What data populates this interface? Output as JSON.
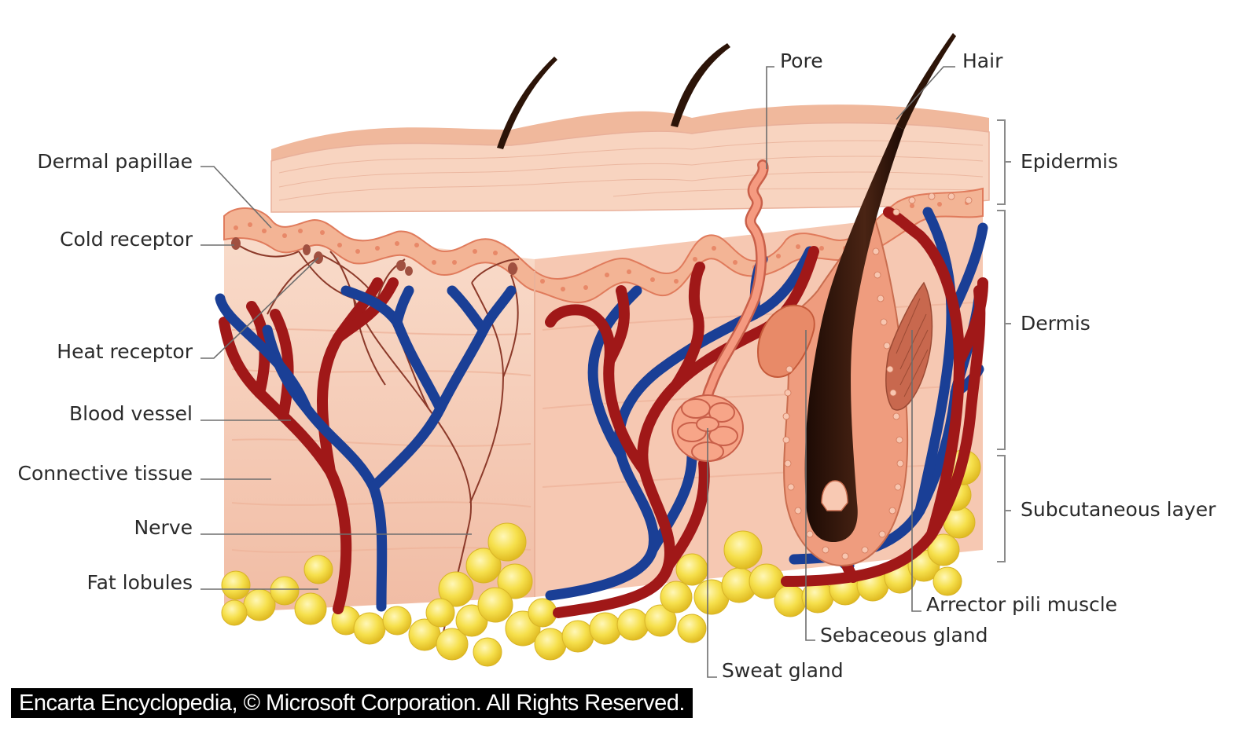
{
  "labels": {
    "dermal_papillae": "Dermal papillae",
    "cold_receptor": "Cold receptor",
    "heat_receptor": "Heat receptor",
    "blood_vessel": "Blood vessel",
    "connective_tissue": "Connective tissue",
    "nerve": "Nerve",
    "fat_lobules": "Fat lobules",
    "pore": "Pore",
    "hair": "Hair",
    "epidermis": "Epidermis",
    "dermis": "Dermis",
    "subcutaneous_layer": "Subcutaneous layer",
    "arrector_pili_muscle": "Arrector pili muscle",
    "sebaceous_gland": "Sebaceous gland",
    "sweat_gland": "Sweat gland"
  },
  "credit": "Encarta Encyclopedia, © Microsoft Corporation. All Rights Reserved.",
  "colors": {
    "skin_light": "#f9d6c2",
    "skin_mid": "#f2b9a0",
    "skin_dark": "#e89a80",
    "artery": "#a01818",
    "vein": "#1a3f96",
    "fat": "#f4e04a",
    "hair": "#2c1408"
  }
}
